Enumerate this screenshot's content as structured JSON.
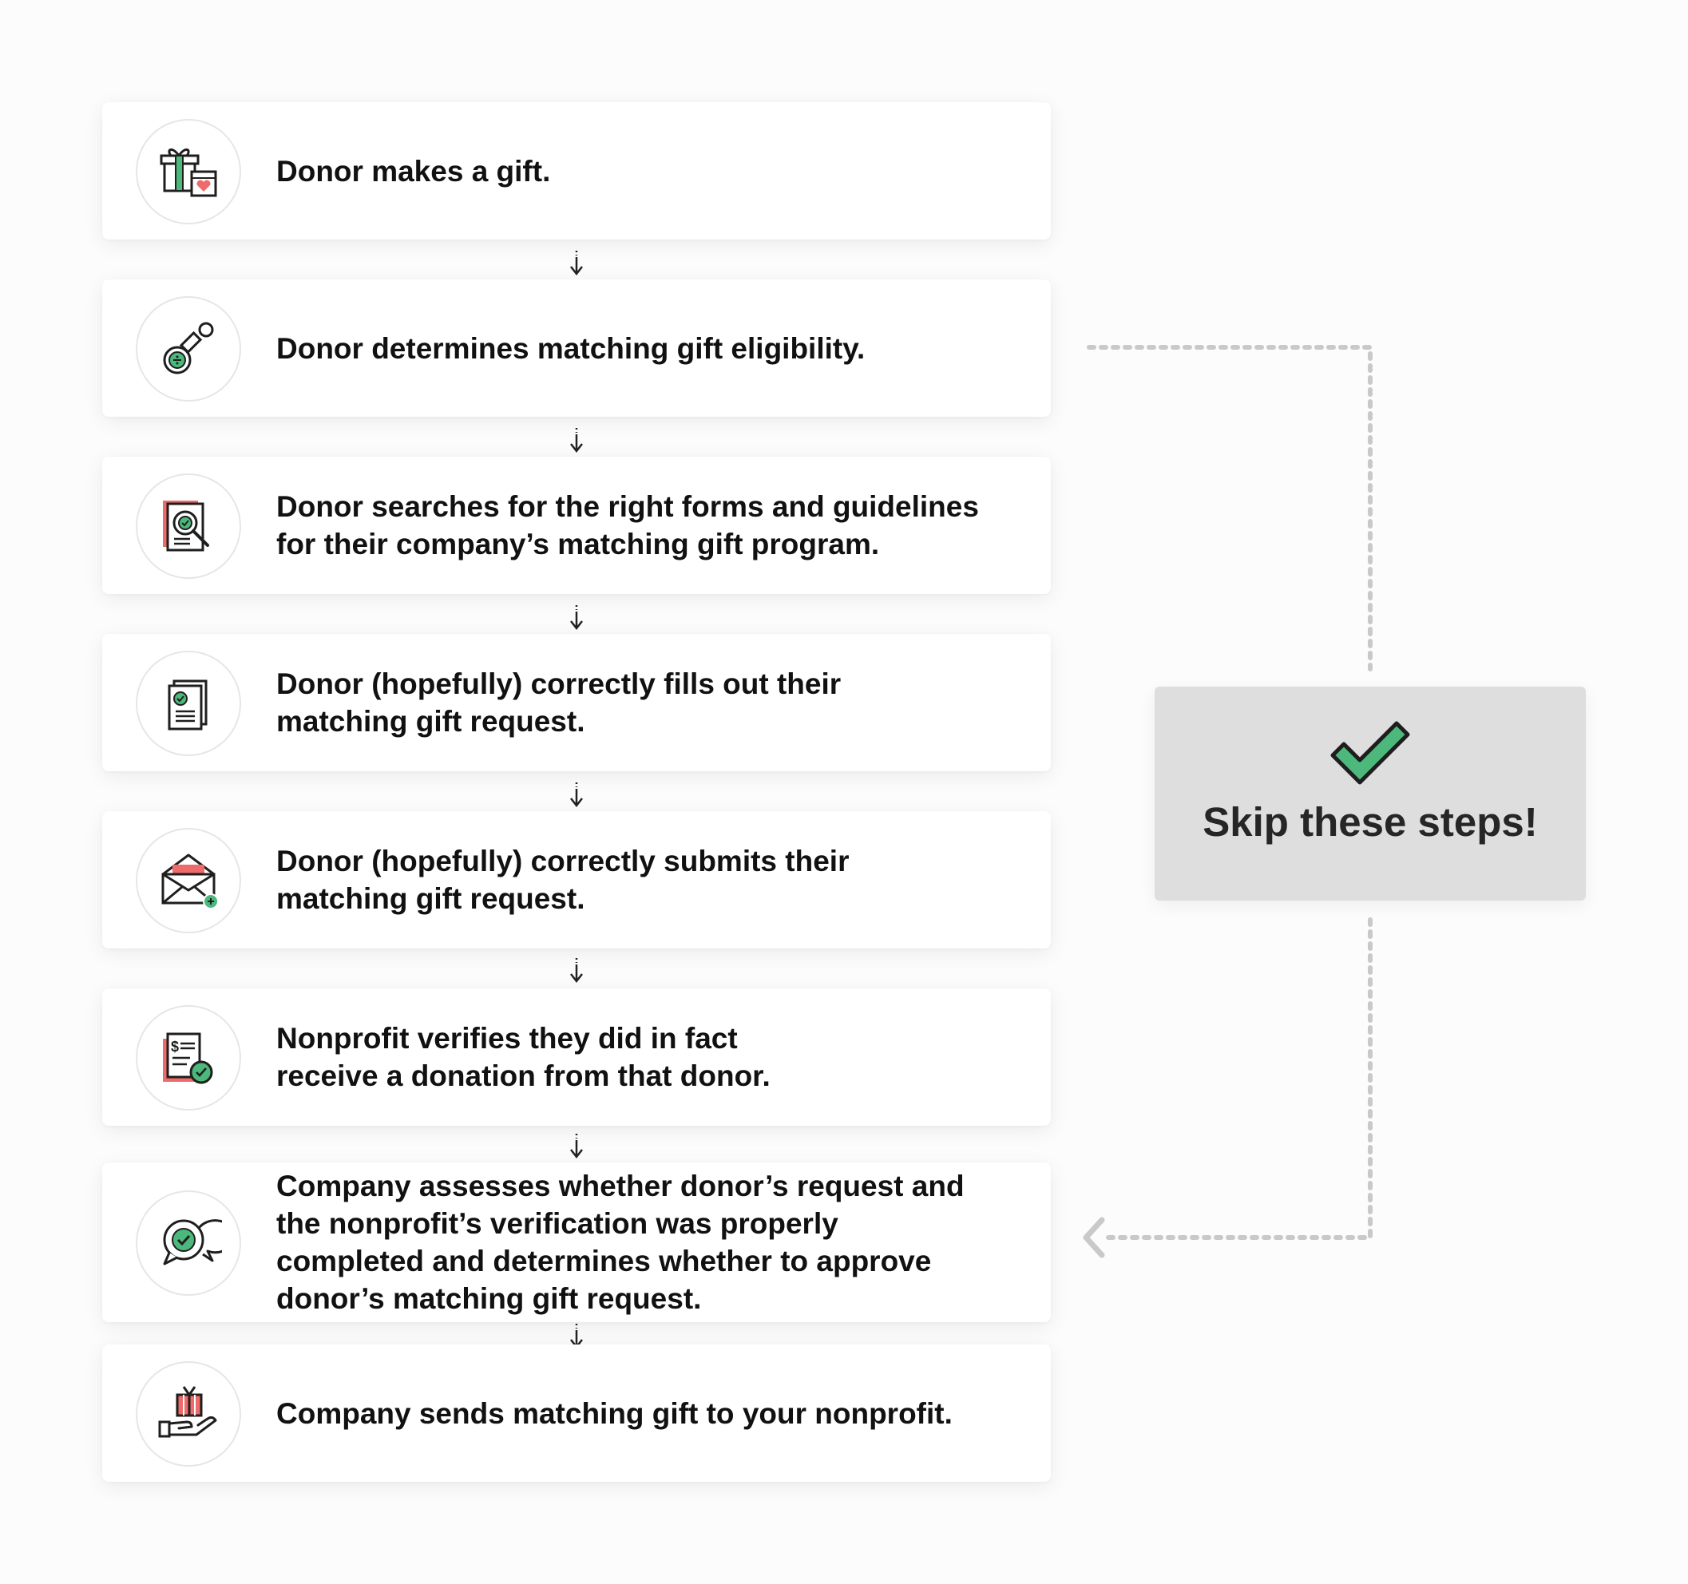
{
  "steps": [
    {
      "icon": "gift-icon",
      "lines": [
        "Donor makes a gift."
      ]
    },
    {
      "icon": "stamp-icon",
      "lines": [
        "Donor determines matching gift eligibility."
      ]
    },
    {
      "icon": "document-search-icon",
      "lines": [
        "Donor searches for the right forms and guidelines",
        "for their company’s matching gift program."
      ]
    },
    {
      "icon": "document-check-icon",
      "lines": [
        "Donor (hopefully) correctly fills out their",
        "matching gift request."
      ]
    },
    {
      "icon": "envelope-icon",
      "lines": [
        "Donor (hopefully) correctly submits their",
        "matching gift request."
      ]
    },
    {
      "icon": "verified-receipt-icon",
      "lines": [
        "Nonprofit verifies they did in fact",
        "receive a donation from that donor."
      ]
    },
    {
      "icon": "chat-check-icon",
      "lines": [
        "Company assesses whether donor’s request and",
        "the nonprofit’s verification was properly",
        "completed and determines whether to approve",
        "donor’s matching gift request."
      ]
    },
    {
      "icon": "hand-gift-icon",
      "lines": [
        "Company sends matching gift to your nonprofit."
      ]
    }
  ],
  "skip_box": {
    "label": "Skip these steps!",
    "icon": "checkmark-icon"
  },
  "colors": {
    "accent_green": "#4cb87b",
    "accent_red": "#ee6b6b",
    "outline": "#1e1e1e",
    "connector_gray": "#c9c9c9",
    "box_gray": "#dedede"
  }
}
